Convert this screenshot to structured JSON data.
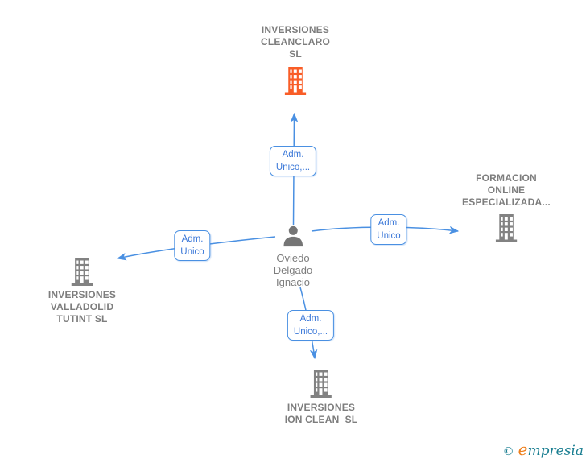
{
  "colors": {
    "edge": "#4a90e2",
    "box_border": "#4a90e2",
    "box_text": "#3b78d8",
    "building_gray": "#828282",
    "building_orange": "#f95d27",
    "person_gray": "#757575",
    "label_text": "#7d7d7d",
    "logo_teal": "#1b7f92",
    "logo_orange": "#ee7f1c"
  },
  "nodes": {
    "top": {
      "type": "company",
      "lines": [
        "INVERSIONES",
        "CLEANCLARO",
        "SL"
      ]
    },
    "left": {
      "type": "company",
      "lines": [
        "INVERSIONES",
        "VALLADOLID",
        "TUTINT SL"
      ]
    },
    "right": {
      "type": "company",
      "lines": [
        "FORMACION",
        "ONLINE",
        "ESPECIALIZADA..."
      ]
    },
    "bottom": {
      "type": "company",
      "lines": [
        "INVERSIONES",
        "ION CLEAN  SL"
      ]
    },
    "center": {
      "type": "person",
      "lines": [
        "Oviedo",
        "Delgado",
        "Ignacio"
      ]
    }
  },
  "edges": {
    "top": {
      "lines": [
        "Adm.",
        "Unico,..."
      ]
    },
    "left": {
      "lines": [
        "Adm.",
        "Unico"
      ]
    },
    "right": {
      "lines": [
        "Adm.",
        "Unico"
      ]
    },
    "bottom": {
      "lines": [
        "Adm.",
        "Unico,..."
      ]
    }
  },
  "footer": {
    "copyright_symbol": "©",
    "brand_initial": "e",
    "brand_rest": "mpresia"
  }
}
